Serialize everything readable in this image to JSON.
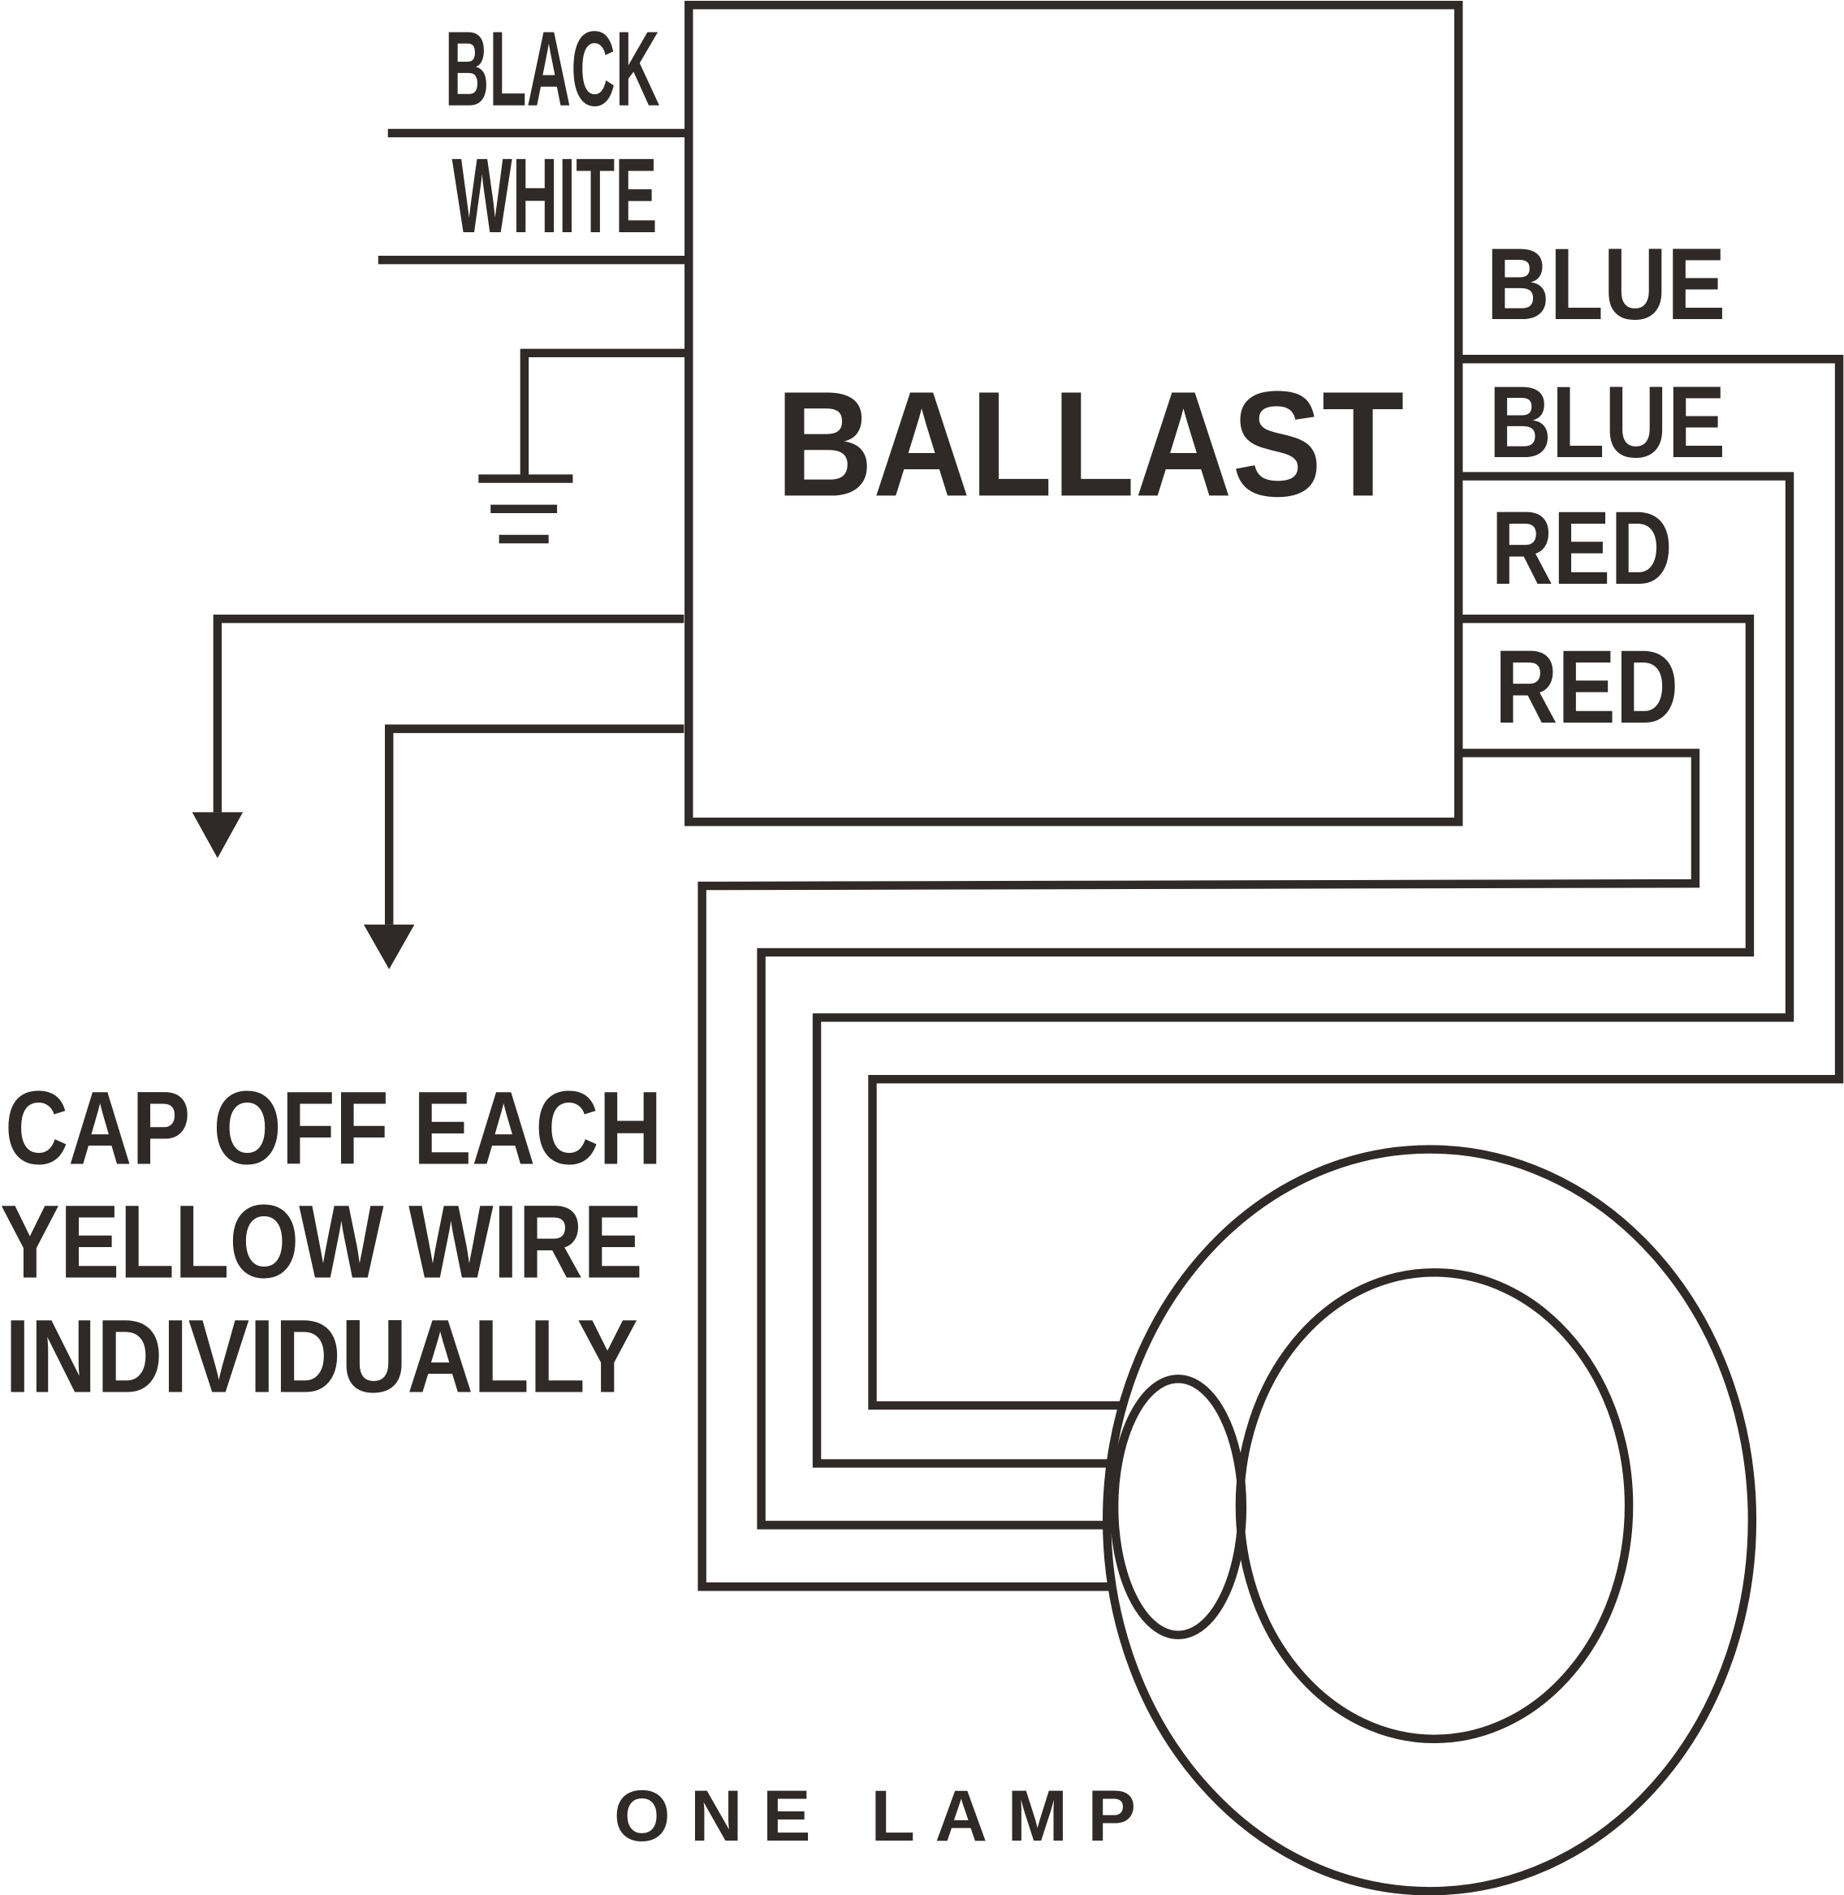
{
  "ballast": {
    "label": "BALLAST"
  },
  "input_wires": {
    "black": "BLACK",
    "white": "WHITE"
  },
  "output_wires": [
    "BLUE",
    "BLUE",
    "RED",
    "RED"
  ],
  "note": {
    "lines": [
      "CAP OFF EACH",
      "YELLOW WIRE",
      "INDIVIDUALLY"
    ]
  },
  "lamp": {
    "label": "ONE LAMP"
  },
  "colors": {
    "line": "#2f2a28",
    "background": "#ffffff"
  }
}
